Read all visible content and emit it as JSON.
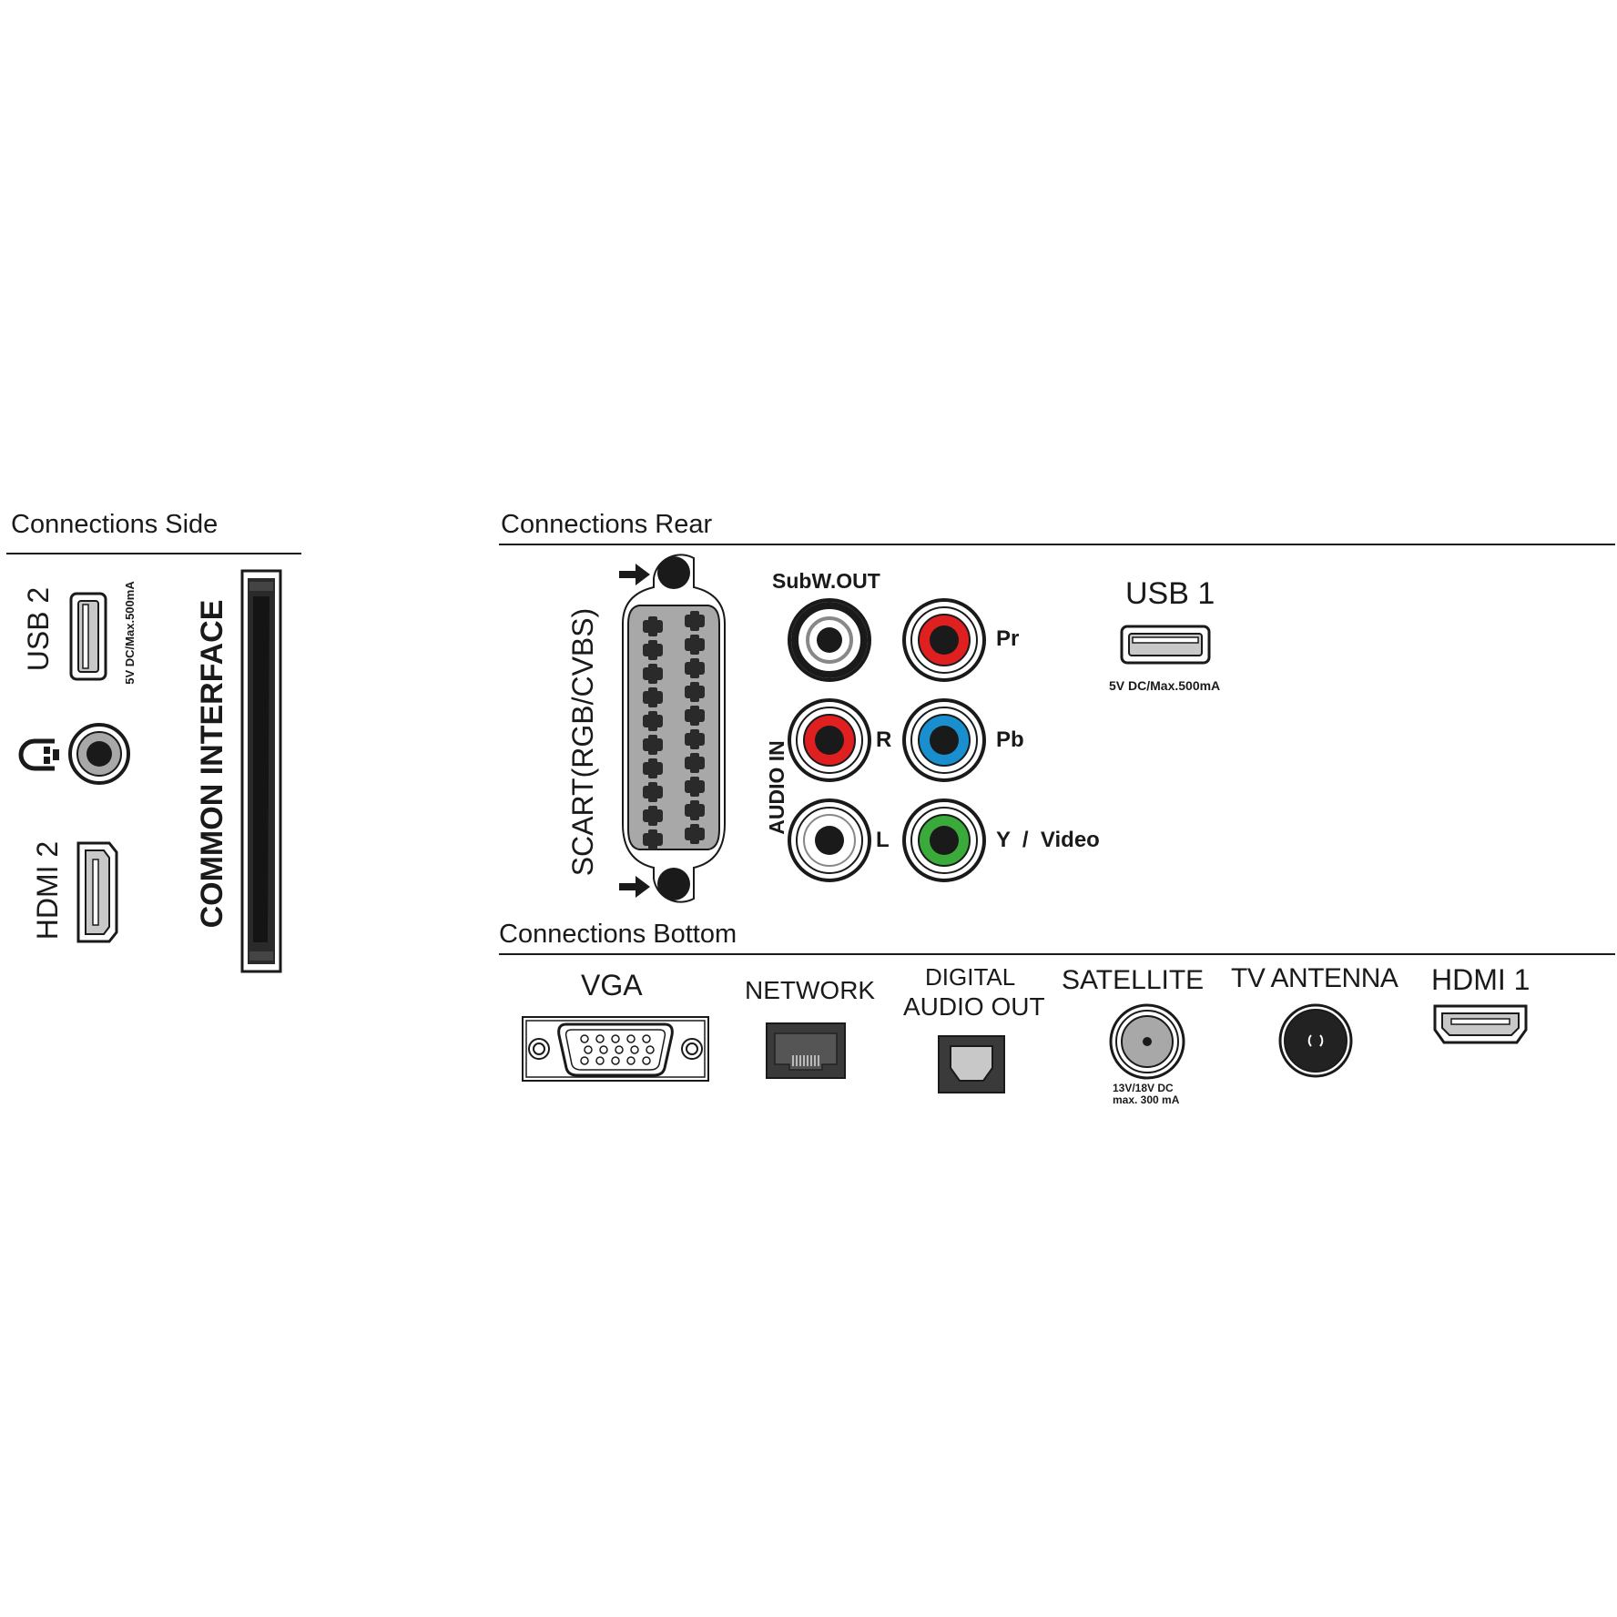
{
  "side": {
    "title": "Connections Side",
    "usb2_label": "USB 2",
    "usb2_spec": "5V DC/Max.500mA",
    "hdmi2_label": "HDMI 2",
    "ci_label": "COMMON INTERFACE"
  },
  "rear": {
    "title": "Connections Rear",
    "scart_label": "SCART(RGB/CVBS)",
    "subw_label": "SubW.OUT",
    "audio_in_label": "AUDIO IN",
    "r_label": "R",
    "l_label": "L",
    "pr_label": "Pr",
    "pb_label": "Pb",
    "y_video_label": "Y  /  Video",
    "usb1_label": "USB 1",
    "usb1_spec": "5V DC/Max.500mA"
  },
  "bottom": {
    "title": "Connections Bottom",
    "vga_label": "VGA",
    "network_label": "NETWORK",
    "digital_label": "DIGITAL",
    "audio_out_label": "AUDIO OUT",
    "satellite_label": "SATELLITE",
    "satellite_spec_1": "13V/18V DC",
    "satellite_spec_2": "max. 300 mA",
    "antenna_label": "TV ANTENNA",
    "hdmi1_label": "HDMI 1"
  },
  "colors": {
    "red_ring": "#e02020",
    "blue_ring": "#1a8fd0",
    "green_ring": "#3aaa3a",
    "gray_fill": "#a8a8a8",
    "dark": "#1a1a1a"
  }
}
